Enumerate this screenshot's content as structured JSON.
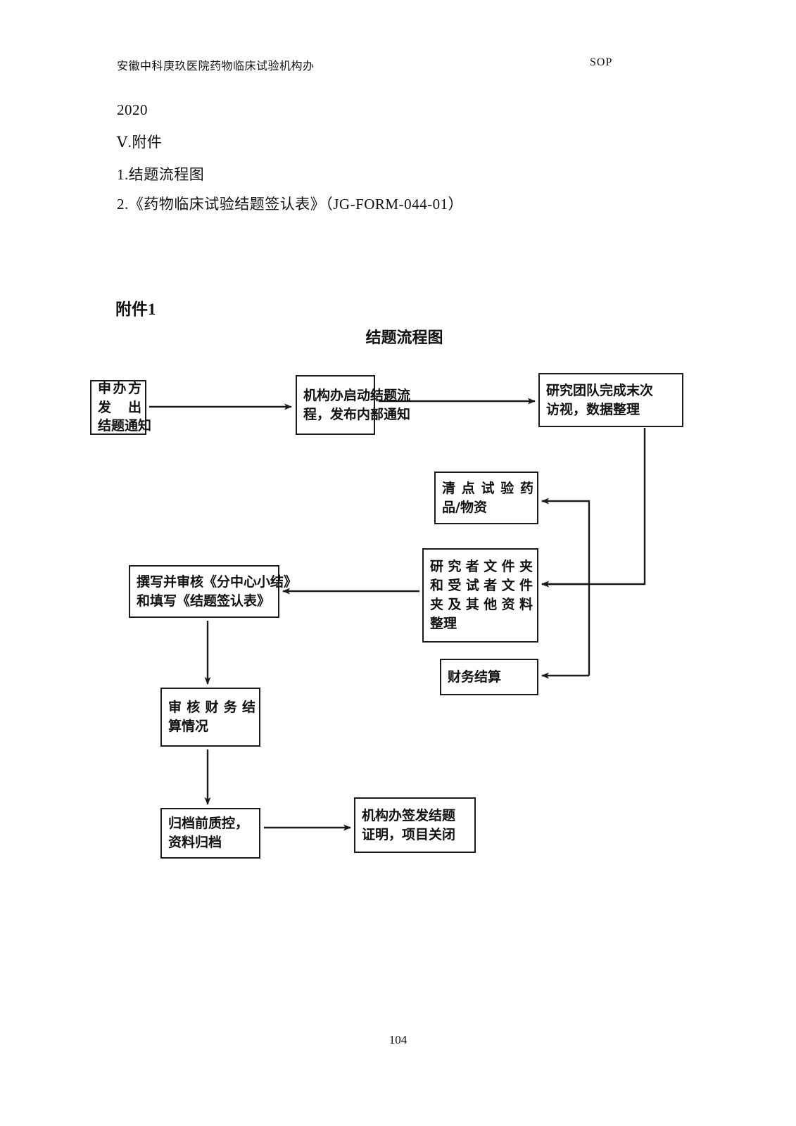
{
  "header": {
    "left": "安徽中科庚玖医院药物临床试验机构办",
    "right": "SOP"
  },
  "body": {
    "year": "2020",
    "section_title": "Ⅴ.附件",
    "item_1": "1.结题流程图",
    "item_2": "2.《药物临床试验结题签认表》（JG-FORM-044-01）",
    "attachment_label": "附件1",
    "figure_title": "结题流程图",
    "page_number": "104"
  },
  "chart_data": {
    "type": "diagram",
    "title": "结题流程图",
    "nodes": [
      {
        "id": "n1",
        "lines": [
          "申办方发出",
          "结题通知"
        ]
      },
      {
        "id": "n2",
        "lines": [
          "机构办启动结题流",
          "程，发布内部通知"
        ]
      },
      {
        "id": "n3",
        "lines": [
          "研究团队完成末次",
          "访视，数据整理"
        ]
      },
      {
        "id": "n4",
        "lines": [
          "清点试验药",
          "品/物资"
        ]
      },
      {
        "id": "n5",
        "lines": [
          "研究者文件夹",
          "和受试者文件",
          "夹及其他资料",
          "整理"
        ]
      },
      {
        "id": "n6",
        "lines": [
          "财务结算"
        ]
      },
      {
        "id": "n7",
        "lines": [
          "撰写并审核《分中心小结》",
          "和填写《结题签认表》"
        ]
      },
      {
        "id": "n8",
        "lines": [
          "审核财务结",
          "算情况"
        ]
      },
      {
        "id": "n9",
        "lines": [
          "归档前质控，",
          "资料归档"
        ]
      },
      {
        "id": "n10",
        "lines": [
          "机构办签发结题",
          "证明，项目关闭"
        ]
      }
    ],
    "edges": [
      {
        "from": "n1",
        "to": "n2",
        "kind": "arrow-right"
      },
      {
        "from": "n2",
        "to": "n3",
        "kind": "arrow-right"
      },
      {
        "from": "n3",
        "to": "n5",
        "kind": "elbow-down-left"
      },
      {
        "from": "bus",
        "to": "n4",
        "kind": "arrow-left"
      },
      {
        "from": "bus",
        "to": "n5",
        "kind": "arrow-left"
      },
      {
        "from": "bus",
        "to": "n6",
        "kind": "arrow-left"
      },
      {
        "from": "n5",
        "to": "n7",
        "kind": "arrow-left"
      },
      {
        "from": "n7",
        "to": "n8",
        "kind": "arrow-down"
      },
      {
        "from": "n8",
        "to": "n9",
        "kind": "arrow-down"
      },
      {
        "from": "n9",
        "to": "n10",
        "kind": "arrow-right"
      }
    ],
    "colors": {
      "stroke": "#1a1a1a",
      "fill": "#ffffff",
      "text": "#111111"
    }
  }
}
